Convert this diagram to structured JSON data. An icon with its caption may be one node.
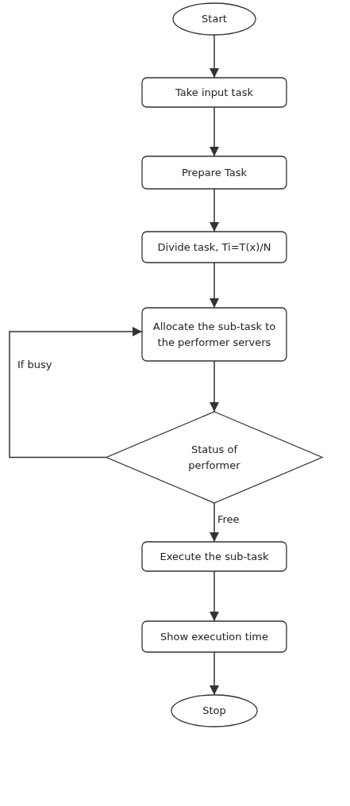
{
  "diagram": {
    "nodes": [
      {
        "text": [
          "Start"
        ]
      },
      {
        "text": [
          "Take input task"
        ]
      },
      {
        "text": [
          "Prepare Task"
        ]
      },
      {
        "text": [
          "Divide task, Ti=T(x)/N"
        ]
      },
      {
        "text": [
          "Allocate the sub-task to the performer servers"
        ]
      },
      {
        "text": [
          "Status of performer"
        ]
      },
      {
        "text": [
          "Execute the sub-task"
        ]
      },
      {
        "text": [
          "Show execution time"
        ]
      },
      {
        "text": [
          "Stop"
        ]
      }
    ],
    "edges": [
      {
        "from": 0,
        "to": 1,
        "arrow": "to"
      },
      {
        "from": 1,
        "to": 2,
        "arrow": "to"
      },
      {
        "from": 2,
        "to": 3,
        "arrow": "to"
      },
      {
        "from": 3,
        "to": 4,
        "arrow": "to"
      },
      {
        "from": 4,
        "to": 5,
        "arrow": "to"
      },
      {
        "from": 5,
        "to": 4,
        "arrow": "to",
        "label": "If busy"
      },
      {
        "from": 5,
        "to": 6,
        "arrow": "to",
        "label": "Free"
      },
      {
        "from": 6,
        "to": 7,
        "arrow": "to"
      },
      {
        "from": 7,
        "to": 8,
        "arrow": "to"
      }
    ]
  }
}
